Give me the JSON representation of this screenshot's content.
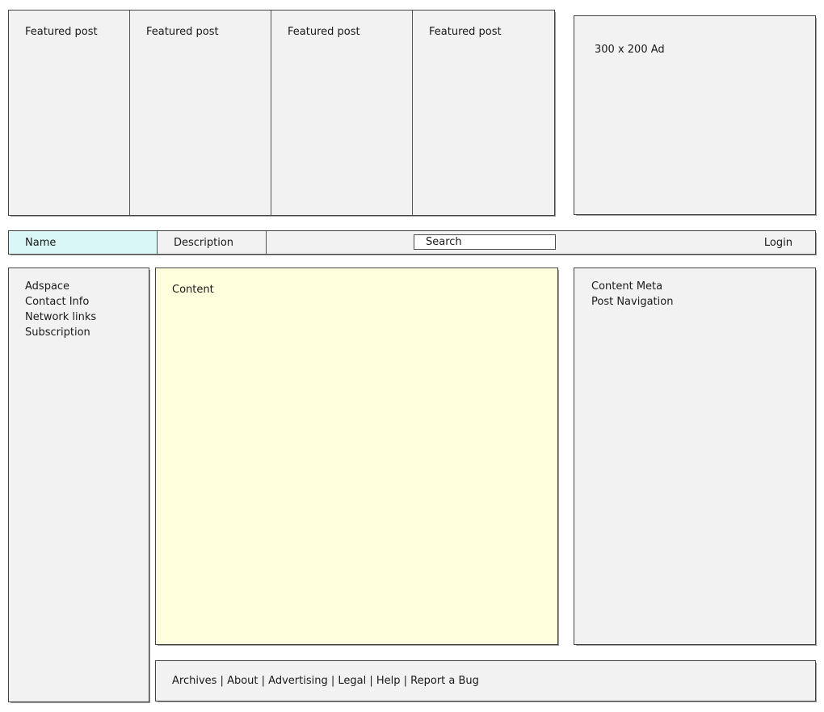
{
  "featured": {
    "posts": [
      "Featured post",
      "Featured post",
      "Featured post",
      "Featured post"
    ]
  },
  "ad": {
    "label": "300 x 200 Ad"
  },
  "header_bar": {
    "site_name": "Name",
    "site_description": "Description",
    "search_value": "Search",
    "login_label": "Login"
  },
  "left_sidebar": {
    "items": [
      "Adspace",
      "Contact Info",
      "Network links",
      "Subscription"
    ]
  },
  "content": {
    "label": "Content"
  },
  "right_sidebar": {
    "items": [
      "Content Meta",
      "Post Navigation"
    ]
  },
  "footer": {
    "links": [
      "Archives",
      "About",
      "Advertising",
      "Legal",
      "Help",
      "Report a Bug"
    ],
    "separator": " | "
  },
  "colors": {
    "box_background": "#f2f2f2",
    "site_name_background": "#d9f7f7",
    "content_background": "#ffffdd",
    "border": "#444444",
    "shadow": "#999999",
    "text": "#1a1a1a"
  }
}
